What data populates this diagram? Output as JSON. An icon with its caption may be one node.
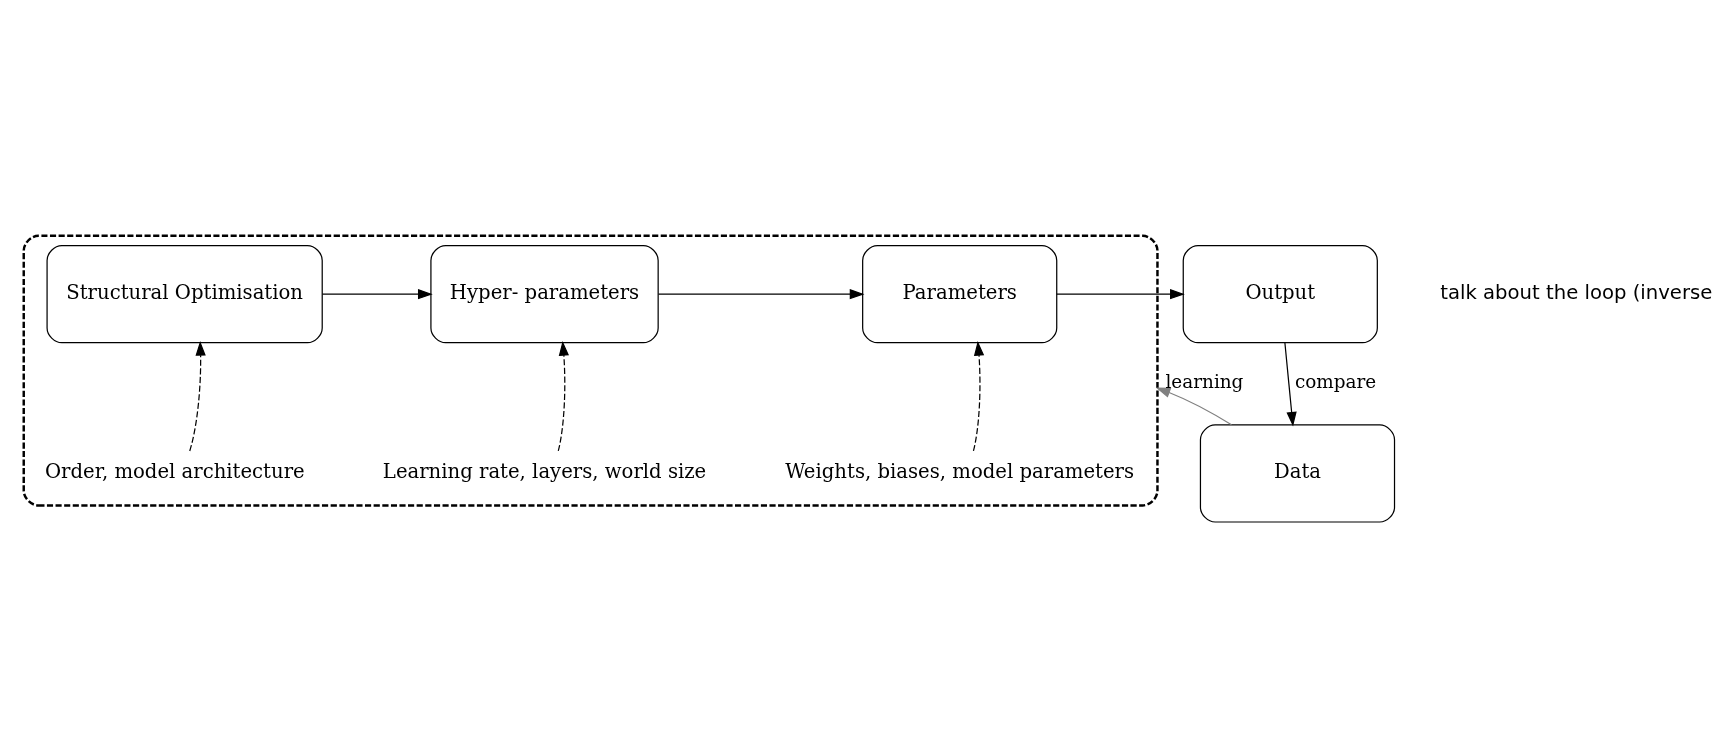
{
  "diagram": {
    "nodes": [
      {
        "text": [],
        "shape": "box"
      },
      {
        "text": [
          "Structural Optimisation"
        ],
        "in": 0
      },
      {
        "text": [
          "Hyper- parameters"
        ],
        "in": 0
      },
      {
        "text": [
          "Parameters"
        ],
        "in": 0
      },
      {
        "text": [
          "Order, model architecture"
        ],
        "in": 0
      },
      {
        "text": [
          "Learning rate, layers, world size"
        ],
        "in": 0
      },
      {
        "text": [
          "Weights, biases, model parameters"
        ],
        "in": 0
      },
      {
        "text": [
          "Output"
        ]
      },
      {
        "text": [
          "Data"
        ]
      }
    ],
    "edges": [
      {
        "from": 1,
        "to": 2,
        "arrow": "to"
      },
      {
        "from": 2,
        "to": 3,
        "arrow": "to"
      },
      {
        "from": 3,
        "to": 7,
        "arrow": "to"
      },
      {
        "from": 4,
        "to": 1,
        "arrow": "to",
        "style": "dashed"
      },
      {
        "from": 5,
        "to": 2,
        "arrow": "to",
        "style": "dashed"
      },
      {
        "from": 6,
        "to": 3,
        "arrow": "to",
        "style": "dashed"
      },
      {
        "from": 7,
        "to": 8,
        "arrow": "to",
        "label": "compare"
      },
      {
        "from": 8,
        "to": 0,
        "arrow": "to",
        "label": "learning",
        "color": "#808080"
      }
    ],
    "labels": [
      "talk about the loop (inverse"
    ]
  }
}
